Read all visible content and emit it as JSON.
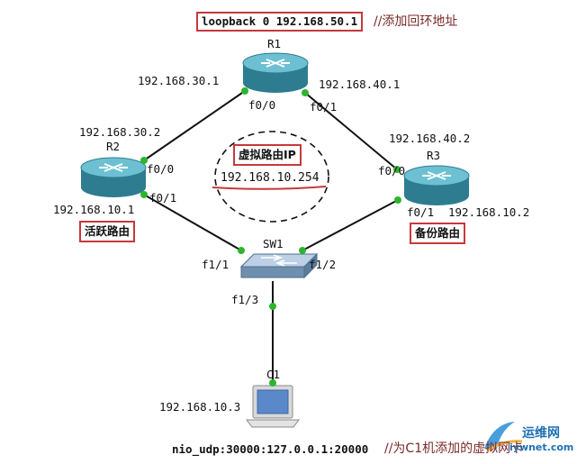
{
  "annotations": {
    "loopback": "loopback 0 192.168.50.1",
    "loopback_note": "//添加回环地址",
    "vip_title": "虚拟路由IP",
    "vip_address": "192.168.10.254",
    "active_router": "活跃路由",
    "backup_router": "备份路由",
    "nio": "nio_udp:30000:127.0.0.1:20000",
    "nio_note": "//为C1机添加的虚拟网卡"
  },
  "devices": {
    "r1": {
      "name": "R1"
    },
    "r2": {
      "name": "R2"
    },
    "r3": {
      "name": "R3"
    },
    "sw1": {
      "name": "SW1"
    },
    "c1": {
      "name": "C1"
    }
  },
  "addresses": {
    "r1_f00": "192.168.30.1",
    "r1_f01": "192.168.40.1",
    "r2_f00": "192.168.30.2",
    "r2_f01": "192.168.10.1",
    "r3_f00": "192.168.40.2",
    "r3_f01": "192.168.10.2",
    "c1": "192.168.10.3"
  },
  "interfaces": {
    "r1_left": "f0/0",
    "r1_right": "f0/1",
    "r2_top": "f0/0",
    "r2_bottom": "f0/1",
    "r3_top": "f0/0",
    "r3_bottom": "f0/1",
    "sw_left": "f1/1",
    "sw_right": "f1/2",
    "sw_down": "f1/3"
  },
  "watermark": {
    "text": "运维网",
    "domain": "iywnet.com"
  },
  "colors": {
    "router_body": "#3b8fa3",
    "router_top": "#5fb4c6",
    "link": "#111111",
    "port_dot": "#2db52d",
    "box_border": "#c6393b"
  }
}
